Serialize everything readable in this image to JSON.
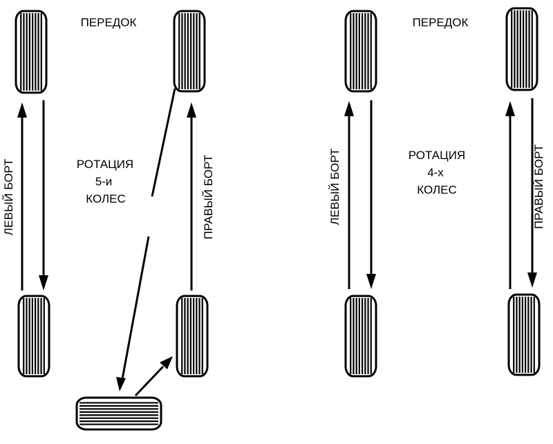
{
  "labels": {
    "front_left": "ПЕРЕДОК",
    "front_right": "ПЕРЕДОК",
    "left_side_1": "ЛЕВЫЙ БОРТ",
    "right_side_1": "ПРАВЫЙ БОРТ",
    "left_side_2": "ЛЕВЫЙ БОРТ",
    "right_side_2": "ПРАВЫЙ БОРТ",
    "title1_line1": "РОТАЦИЯ",
    "title1_line2": "5-и",
    "title1_line3": "КОЛЕС",
    "title2_line1": "РОТАЦИЯ",
    "title2_line2": "4-х",
    "title2_line3": "КОЛЕС"
  }
}
